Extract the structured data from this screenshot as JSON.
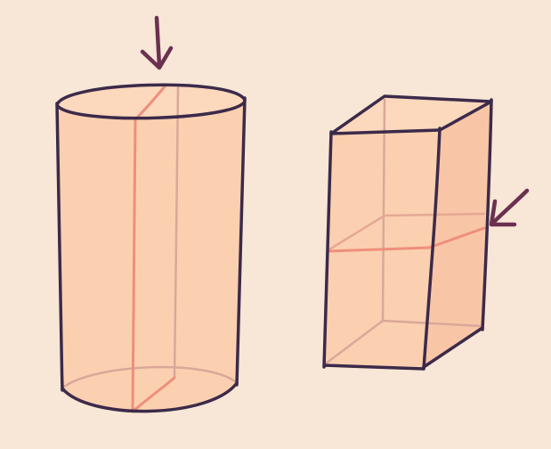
{
  "colors": {
    "background": "#f8e6d6",
    "fill": "#fbd0b0",
    "outline": "#3c2a4a",
    "hidden_edge": "#d9a898",
    "cross_section": "#ee8f7c",
    "arrow": "#6b3050"
  },
  "figures": [
    {
      "name": "cylinder",
      "shape": "cylinder"
    },
    {
      "name": "box",
      "shape": "rectangular-prism"
    }
  ],
  "arrows": [
    {
      "name": "cylinder-arrow",
      "direction": "down"
    },
    {
      "name": "box-arrow",
      "direction": "down-left"
    }
  ]
}
